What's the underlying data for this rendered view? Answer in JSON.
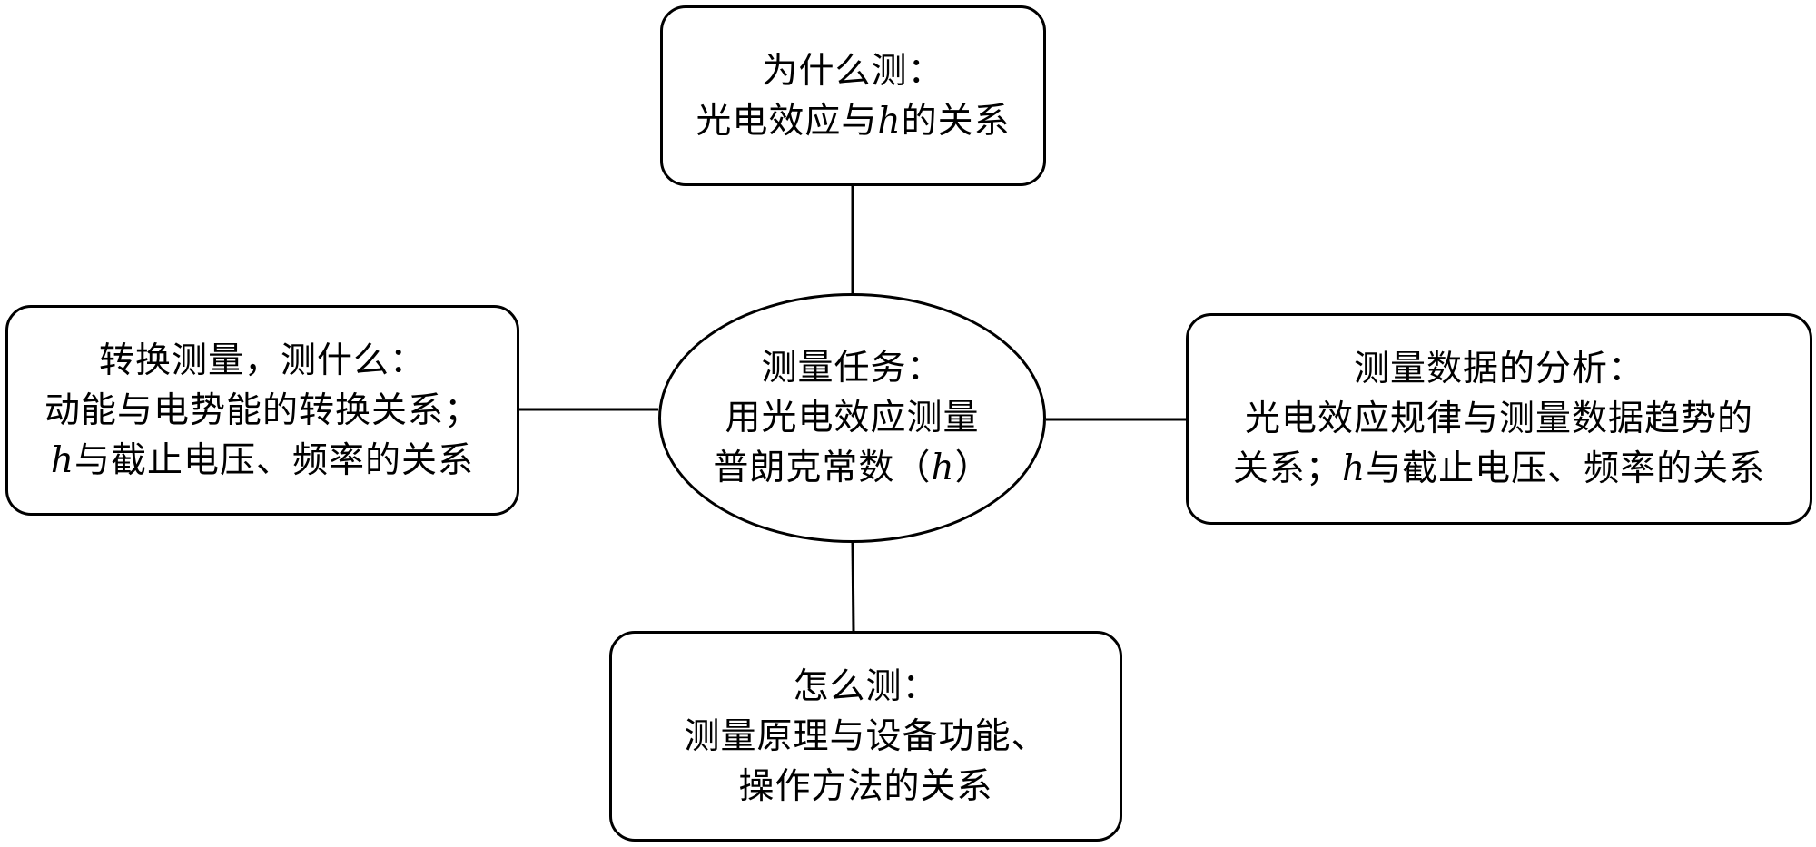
{
  "diagram": {
    "center": {
      "lines": [
        "测量任务：",
        "用光电效应测量",
        "普朗克常数（",
        "h",
        "）"
      ]
    },
    "top": {
      "lines": [
        "为什么测：",
        "光电效应与",
        "h",
        "的关系"
      ]
    },
    "left": {
      "lines": [
        "转换测量，测什么：",
        "动能与电势能的转换关系；",
        "h",
        "与截止电压、频率的关系"
      ]
    },
    "right": {
      "lines": [
        "测量数据的分析：",
        "光电效应规律与测量数据趋势的",
        "关系；",
        "h",
        "与截止电压、频率的关系"
      ]
    },
    "bottom": {
      "lines": [
        "怎么测：",
        "测量原理与设备功能、",
        "操作方法的关系"
      ]
    },
    "connector_color": "#000000",
    "border_color": "#000000"
  }
}
